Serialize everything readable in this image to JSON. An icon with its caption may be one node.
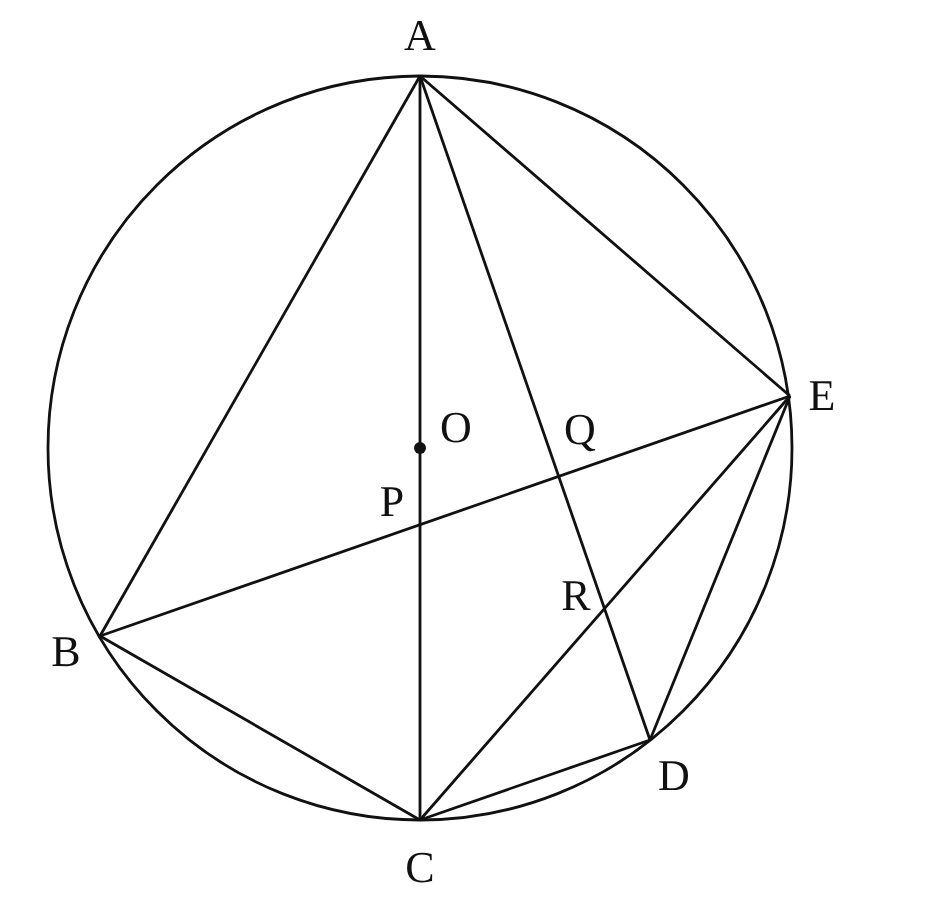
{
  "diagram": {
    "nodes": [
      {
        "text": [
          "A"
        ]
      },
      {
        "text": [
          "B"
        ]
      },
      {
        "text": [
          "C"
        ]
      },
      {
        "text": [
          "D"
        ]
      },
      {
        "text": [
          "E"
        ]
      },
      {
        "text": [
          "O"
        ]
      },
      {
        "text": [
          "P"
        ]
      },
      {
        "text": [
          "Q"
        ]
      },
      {
        "text": [
          "R"
        ]
      }
    ],
    "edges": [
      {
        "from": 0,
        "to": 1,
        "arrow": "none"
      },
      {
        "from": 0,
        "to": 2,
        "arrow": "none"
      },
      {
        "from": 0,
        "to": 4,
        "arrow": "none"
      },
      {
        "from": 0,
        "to": 3,
        "arrow": "none"
      },
      {
        "from": 1,
        "to": 4,
        "arrow": "none"
      },
      {
        "from": 1,
        "to": 2,
        "arrow": "none"
      },
      {
        "from": 2,
        "to": 4,
        "arrow": "none"
      },
      {
        "from": 2,
        "to": 3,
        "arrow": "none"
      },
      {
        "from": 3,
        "to": 4,
        "arrow": "none"
      }
    ]
  }
}
